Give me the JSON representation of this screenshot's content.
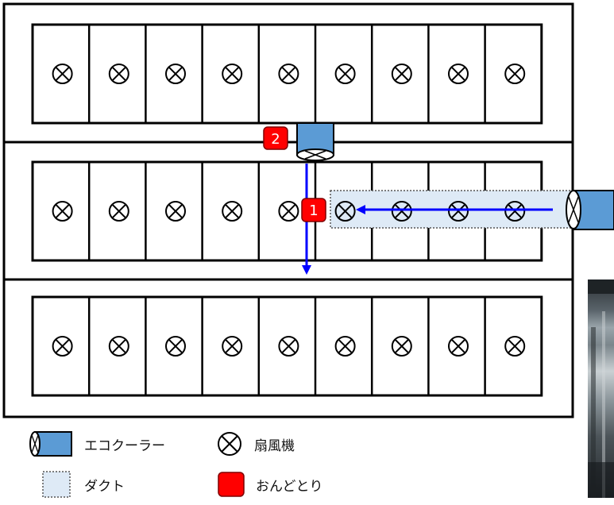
{
  "figure": {
    "fan_symbol": "⊗",
    "markers": [
      {
        "id": "marker-1",
        "label": "1"
      },
      {
        "id": "marker-2",
        "label": "2"
      }
    ],
    "colors": {
      "cooler_blue": "#5b9bd5",
      "duct_fill": "#deeaf6",
      "marker_red": "#ff0000",
      "airflow_arrow": "#0000ff"
    },
    "rows": [
      {
        "name": "top-row",
        "pens": 9,
        "fans": 9
      },
      {
        "name": "middle-row",
        "pens": 9,
        "fans": 9
      },
      {
        "name": "bottom-row",
        "pens": 9,
        "fans": 9
      }
    ]
  },
  "legend": {
    "eco_cooler": "エコクーラー",
    "fan": "扇風機",
    "duct": "ダクト",
    "thermometer": "おんどとり"
  }
}
